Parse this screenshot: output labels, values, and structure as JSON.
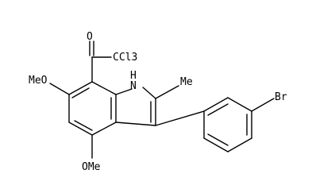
{
  "molecule": {
    "labels": {
      "oxygen": "O",
      "trichloromethyl": "CCl3",
      "indole_nh": "H\nN",
      "methyl": "Me",
      "bromo": "Br",
      "methoxy_upper": "MeO",
      "methoxy_lower": "OMe"
    }
  }
}
